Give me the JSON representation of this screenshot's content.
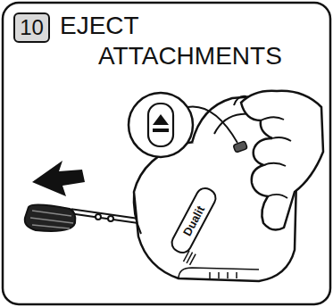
{
  "diagram": {
    "title": "EJECT ATTACHMENTS",
    "nodes": [
      {
        "text": [
          "10"
        ]
      }
    ],
    "labels": [
      "Dualit"
    ]
  }
}
